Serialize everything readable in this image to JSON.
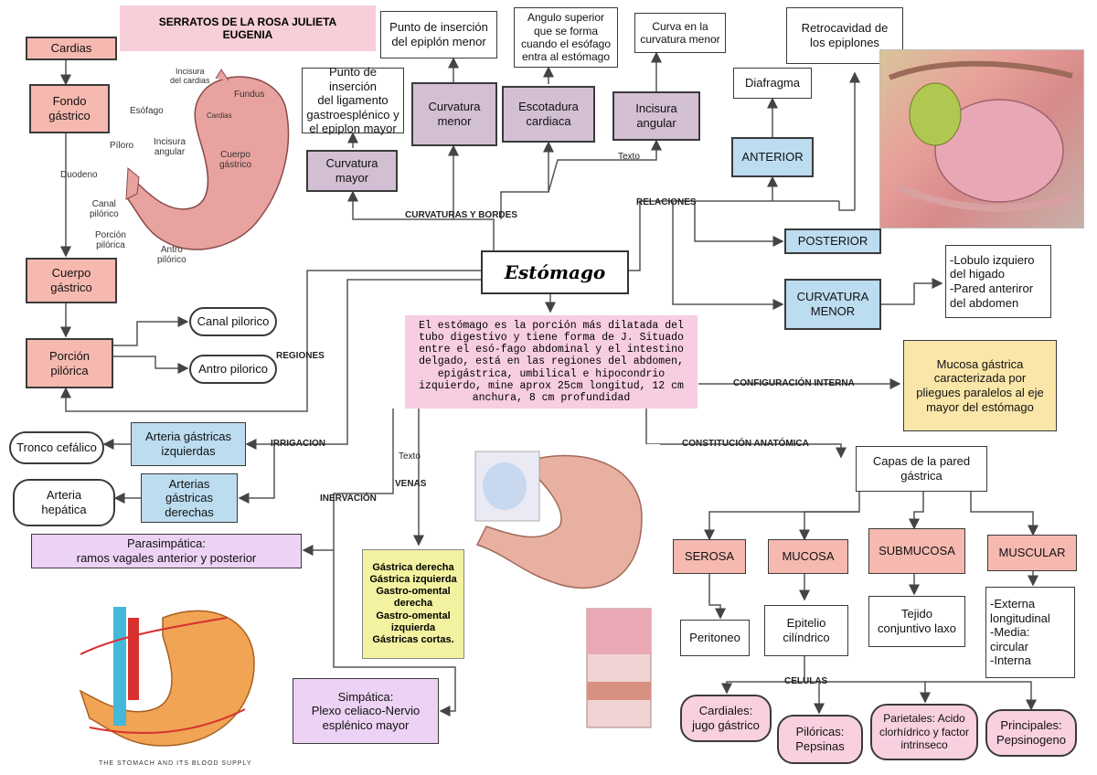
{
  "title": "SERRATOS DE LA ROSA JULIETA\nEUGENIA",
  "center": "Estómago",
  "description": "El estómago es la porción más dilatada del tubo digestivo y tiene  forma de J. Situado entre el esó-fago abdominal y el intestino delgado, está en las regiones del abdomen,  epigástrica, umbilical e hipocondrio izquierdo, mine aprox 25cm longitud, 12 cm anchura, 8 cm profundidad",
  "regions": {
    "cardias": "Cardias",
    "fondo": "Fondo\ngástrico",
    "cuerpo": "Cuerpo\ngástrico",
    "porcion": "Porción\npilórica",
    "canal": "Canal pilorico",
    "antro": "Antro pilorico"
  },
  "curvaturas": {
    "mayor": "Curvatura\nmayor",
    "mayor_desc": "Punto de inserción\ndel ligamento\ngastroesplénico y\nel epiplon mayor",
    "menor": "Curvatura\nmenor",
    "menor_desc": "Punto de inserción\ndel epiplón menor",
    "escotadura": "Escotadura\ncardiaca",
    "escotadura_desc": "Angulo superior\nque se forma\ncuando el esófago\nentra al estómago",
    "incisura": "Incisura\nangular",
    "incisura_desc": "Curva en la\ncurvatura menor"
  },
  "relaciones": {
    "anterior": "ANTERIOR",
    "diafragma": "Diafragma",
    "retrocavidad": "Retrocavidad de\nlos epiplones",
    "posterior": "POSTERIOR",
    "curv_menor": "CURVATURA\nMENOR",
    "curv_menor_desc": "-Lobulo izquiero\ndel higado\n-Pared anteriror\ndel abdomen"
  },
  "configuracion": "Mucosa gástrica\ncaracterizada por\npliegues paralelos al eje\nmayor del estómago",
  "irrigacion": {
    "arteria_izq": "Arteria gástricas\nizquierdas",
    "arteria_der": "Arterias\ngástricas\nderechas",
    "tronco": "Tronco cefálico",
    "hepatica": "Arteria\nhepática"
  },
  "venas": "Gástrica derecha\nGástrica izquierda\nGastro-omental\nderecha\nGastro-omental\nizquierda\nGástricas cortas.",
  "inervacion": {
    "parasimpatica": "Parasimpática:\nramos vagales anterior y posterior",
    "simpatica": "Simpática:\nPlexo celiaco-Nervio\nesplénico mayor"
  },
  "capas": {
    "title": "Capas de la pared\ngástrica",
    "serosa": "SEROSA",
    "mucosa": "MUCOSA",
    "submucosa": "SUBMUCOSA",
    "muscular": "MUSCULAR",
    "peritoneo": "Peritoneo",
    "epitelio": "Epitelio\ncilíndrico",
    "tejido": "Tejido\nconjuntivo laxo",
    "muscular_desc": "-Externa\nlongitudinal\n-Media:\ncircular\n-Interna"
  },
  "celulas": {
    "cardiales": "Cardiales:\njugo gástrico",
    "piloricas": "Pilóricas:\nPepsinas",
    "parietales": "Parietales: Acido\nclorhídrico y factor\nintrinseco",
    "principales": "Principales:\nPepsinogeno"
  },
  "labels": {
    "curvaturas": "CURVATURAS Y BORDES",
    "relaciones": "RELACIONES",
    "texto1": "Texto",
    "regiones": "REGIONES",
    "irrigacion": "IRRIGACION",
    "inervacion": "INERVACIÓN",
    "texto2": "Texto",
    "venas": "VENAS",
    "configuracion": "CONFIGURACIÓN INTERNA",
    "constitucion": "CONSTITUCIÓN ANATÓMICA",
    "celulas": "CELULAS"
  },
  "stomach_labels": {
    "incisura_cardias": "Incisura\ndel cardias",
    "fundus": "Fundus",
    "esofago": "Esófago",
    "cardias": "Cardias",
    "piloro": "Píloro",
    "incisura_angular": "Incisura\nangular",
    "cuerpo": "Cuerpo\ngástrico",
    "duodeno": "Duodeno",
    "canal": "Canal\npilórico",
    "porcion": "Porción\npilórica",
    "antro": "Antro\npilórico"
  },
  "image_captions": {
    "blood": "THE STOMACH AND ITS BLOOD SUPPLY"
  },
  "colors": {
    "pink": "#f6b9b0",
    "mauve": "#d3bfd3",
    "blue": "#bcdcf0",
    "yellow": "#fae6a8",
    "lavender": "#ecd2f4"
  }
}
